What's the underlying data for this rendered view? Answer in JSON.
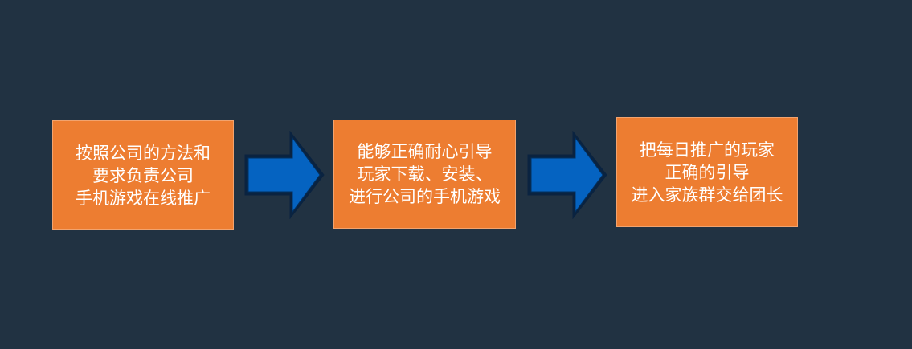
{
  "diagram": {
    "steps": [
      {
        "lines": [
          "按照公司的方法和",
          "要求负责公司",
          "手机游戏在线推广"
        ]
      },
      {
        "lines": [
          "能够正确耐心引导",
          "玩家下载、安装、",
          "进行公司的手机游戏"
        ]
      },
      {
        "lines": [
          "把每日推广的玩家",
          "正确的引导",
          "进入家族群交给团长"
        ]
      }
    ],
    "colors": {
      "background": "#213242",
      "box_fill": "#ED7D31",
      "arrow_fill": "#0563C1",
      "text": "#FFFFFF"
    }
  }
}
